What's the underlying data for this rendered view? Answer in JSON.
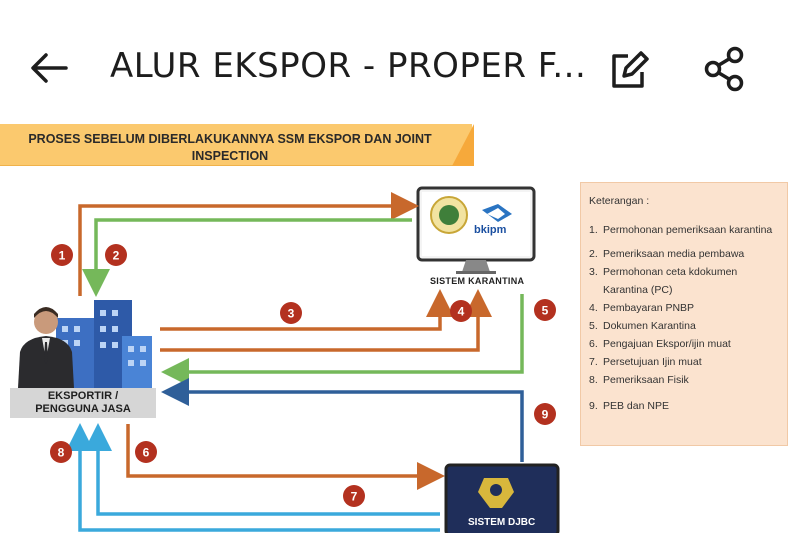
{
  "appbar": {
    "title": "ALUR EKSPOR - PROPER F..."
  },
  "icons": {
    "back": "arrow-left-icon",
    "edit": "edit-square-icon",
    "share": "share-icon"
  },
  "banner": {
    "line1": "PROSES SEBELUM DIBERLAKUKANNYA SSM EKSPOR DAN JOINT",
    "line2": "INSPECTION"
  },
  "nodes": {
    "eksportir_line1": "EKSPORTIR /",
    "eksportir_line2": "PENGGUNA JASA",
    "sistem_karantina": "SISTEM  KARANTINA",
    "sistem_djbc": "SISTEM DJBC",
    "bkipm_logo_text": "bkipm"
  },
  "steps": [
    "1",
    "2",
    "3",
    "4",
    "5",
    "6",
    "7",
    "8",
    "9"
  ],
  "legend": {
    "title": "Keterangan :",
    "items": [
      {
        "n": "1.",
        "t": "Permohonan pemeriksaan karantina"
      },
      {
        "n": "2.",
        "t": "Pemeriksaan media pembawa"
      },
      {
        "n": "3.",
        "t": "Permohonan ceta kdokumen"
      },
      {
        "n": "",
        "t": "Karantina (PC)"
      },
      {
        "n": "4.",
        "t": "Pembayaran PNBP"
      },
      {
        "n": "5.",
        "t": "Dokumen Karantina"
      },
      {
        "n": "6.",
        "t": "Pengajuan Ekspor/ijin muat"
      },
      {
        "n": "7.",
        "t": "Persetujuan Ijin muat"
      },
      {
        "n": "8.",
        "t": "Pemeriksaan Fisik"
      },
      {
        "n": "9.",
        "t": "PEB dan NPE"
      }
    ]
  },
  "colors": {
    "orange": "#c8682c",
    "green": "#75b85a",
    "navy": "#2f5f99",
    "cyan": "#3aa9dc",
    "badge": "#b3311f"
  }
}
